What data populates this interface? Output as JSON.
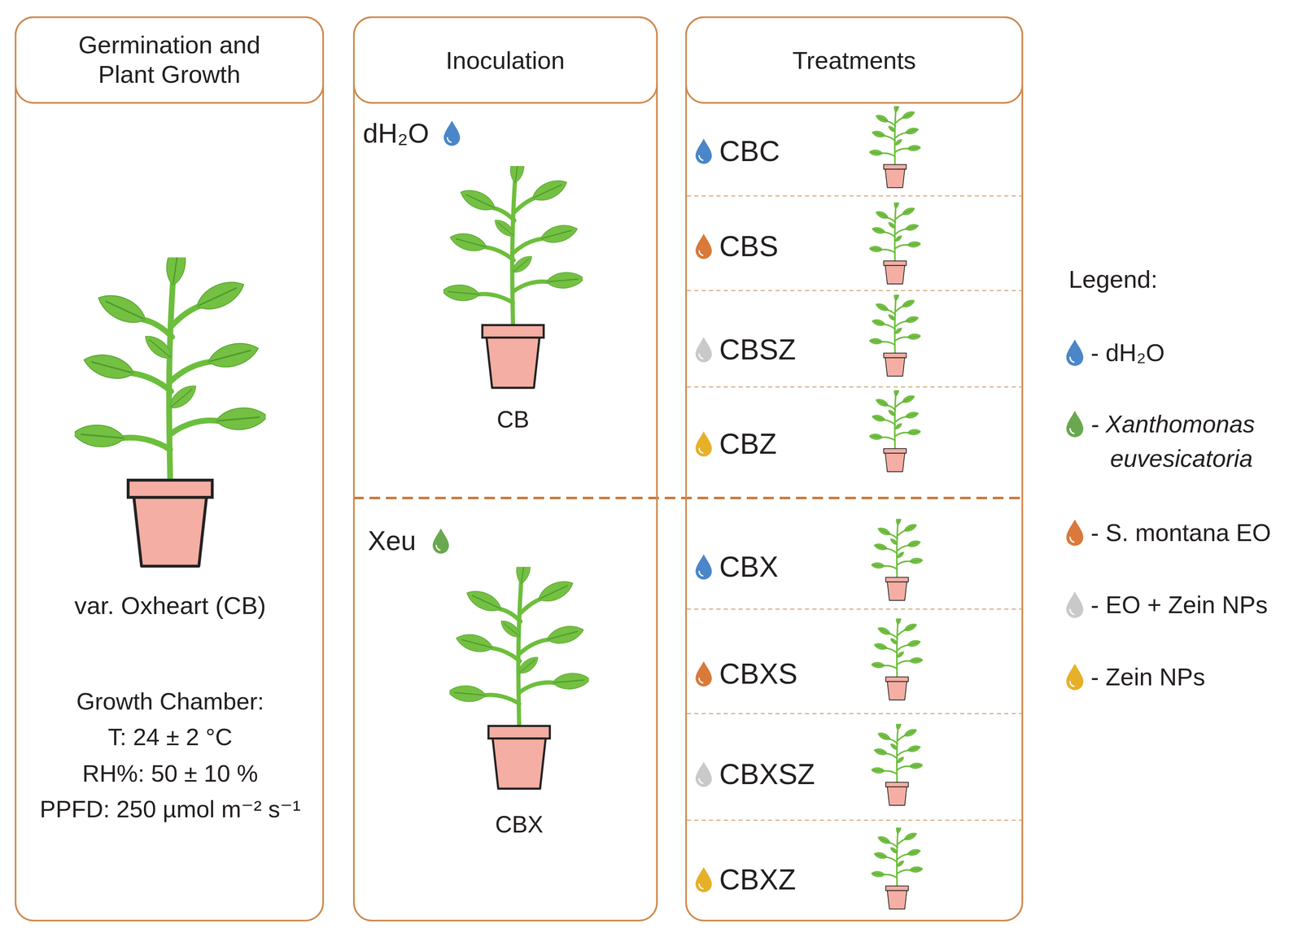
{
  "diagram": {
    "nodes": [
      {
        "text": [
          "var. Oxheart (CB)",
          "Growth Chamber:",
          "T: 24 ± 2 °C",
          "RH%: 50 ± 10 %",
          "PPFD: 250 µmol m⁻² s⁻¹"
        ]
      },
      {
        "text": [
          "Germination and Plant Growth"
        ],
        "in": 0
      },
      {
        "text": [
          "dH₂O",
          "CB",
          "Xeu",
          "CBX"
        ]
      },
      {
        "text": [
          "Inoculation"
        ],
        "in": 2
      },
      {
        "text": [
          "CBC",
          "CBS",
          "CBSZ",
          "CBZ",
          "CBX",
          "CBXS",
          "CBXSZ",
          "CBXZ"
        ]
      },
      {
        "text": [
          "Treatments"
        ],
        "in": 4
      }
    ],
    "labels": [
      "Legend:"
    ],
    "legend": [
      {
        "text": "- dH₂O",
        "color": "#4a86c8"
      },
      {
        "text": "- Xanthomonas euvesicatoria",
        "color": "#6aa84f"
      },
      {
        "text": "- S. montana EO",
        "color": "#d9793a"
      },
      {
        "text": "- EO + Zein NPs",
        "color": "#c9c9c9"
      },
      {
        "text": "- Zein NPs",
        "color": "#e7b029"
      }
    ]
  }
}
